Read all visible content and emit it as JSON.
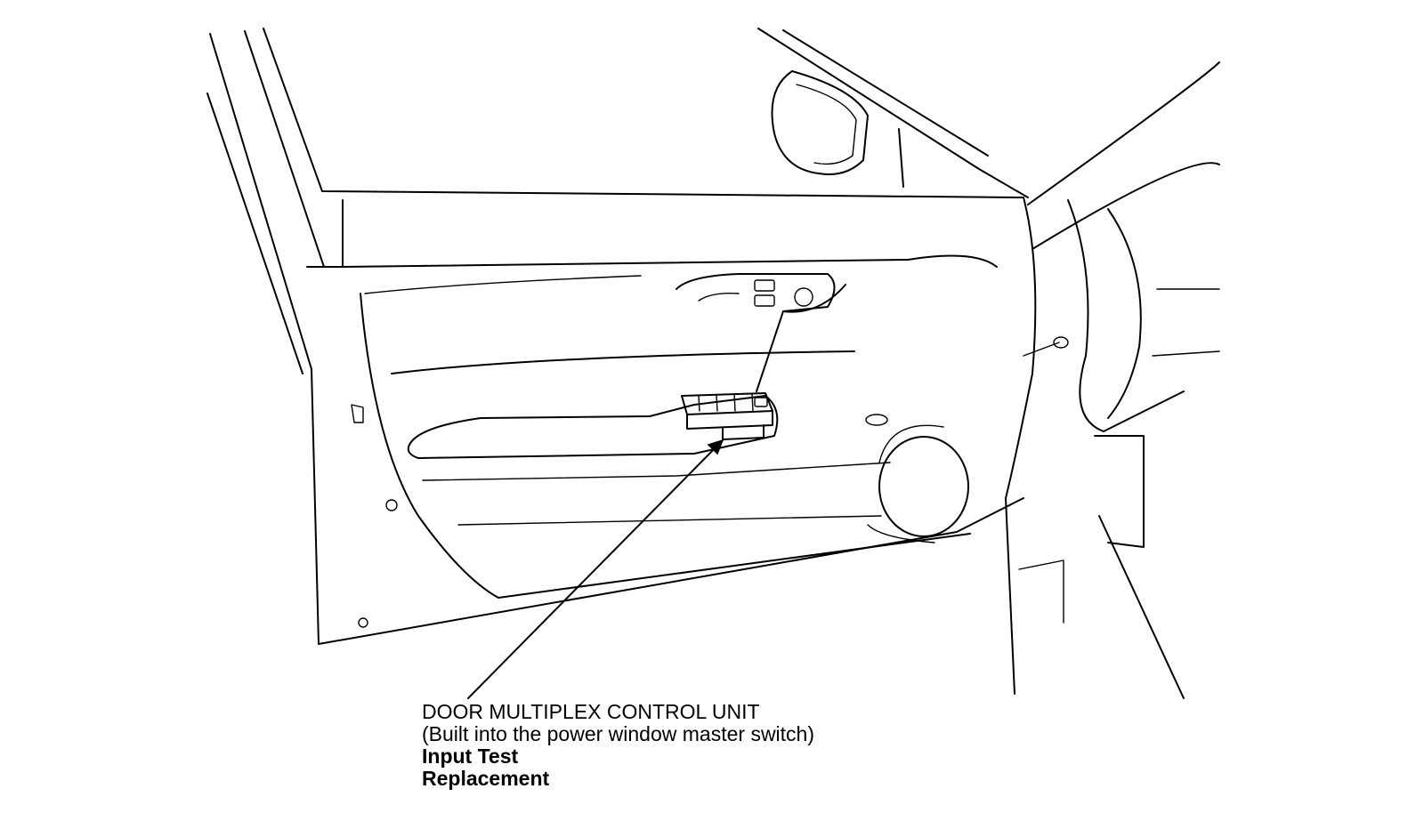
{
  "callout": {
    "title": "DOOR MULTIPLEX CONTROL UNIT",
    "subtitle": "(Built into the power window master switch)",
    "links": [
      "Input Test",
      "Replacement"
    ]
  }
}
